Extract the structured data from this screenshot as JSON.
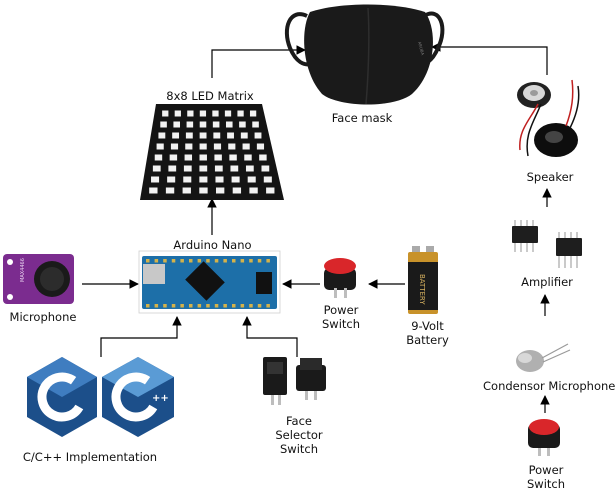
{
  "labels": {
    "face_mask": "Face mask",
    "led_matrix": "8x8 LED Matrix",
    "speaker": "Speaker",
    "arduino_nano": "Arduino Nano",
    "amplifier": "Amplifier",
    "microphone": "Microphone",
    "power_switch_left": [
      "Power",
      "Switch"
    ],
    "battery": [
      "9-Volt",
      "Battery"
    ],
    "condensor_microphone": "Condensor Microphone",
    "face_selector_switch": [
      "Face",
      "Selector",
      "Switch"
    ],
    "cpp_implementation": "C/C++ Implementation",
    "power_switch_right": [
      "Power",
      "Switch"
    ]
  },
  "printed_text": {
    "mask_brand": "ARUBA",
    "battery_brand": "BATTERY",
    "mic_module": "MAX4466",
    "cpp_plus": "++",
    "c_letter": "C"
  },
  "colors": {
    "mask": "#1a1a1a",
    "led_panel": "#141414",
    "arduino_board": "#1d6fa8",
    "mic_module": "#7b2c8f",
    "switch_red": "#d9262a",
    "battery_gold": "#c8922a",
    "cpp_blue_dark": "#1c4f8a",
    "cpp_blue_light": "#5a9bd5",
    "arrow": "#000000"
  }
}
